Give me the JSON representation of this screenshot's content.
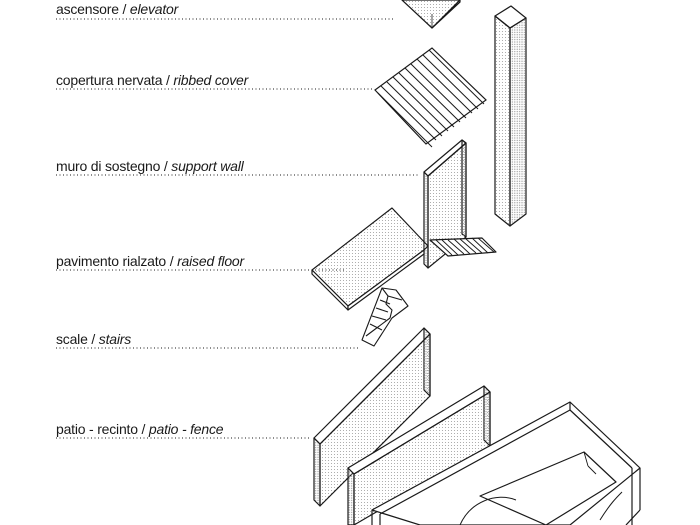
{
  "labels": [
    {
      "key": "elevator",
      "it": "ascensore",
      "en": "elevator"
    },
    {
      "key": "ribbed_cover",
      "it": "copertura nervata",
      "en": "ribbed cover"
    },
    {
      "key": "support_wall",
      "it": "muro di sostegno",
      "en": "support wall"
    },
    {
      "key": "raised_floor",
      "it": "pavimento rialzato",
      "en": "raised floor"
    },
    {
      "key": "stairs",
      "it": "scale",
      "en": "stairs"
    },
    {
      "key": "patio_fence",
      "it": "patio - recinto",
      "en": "patio - fence"
    }
  ],
  "separator": " / ",
  "colors": {
    "line": "#1a1a1a",
    "fill": "#ffffff",
    "dot": "#9a9a9a"
  }
}
